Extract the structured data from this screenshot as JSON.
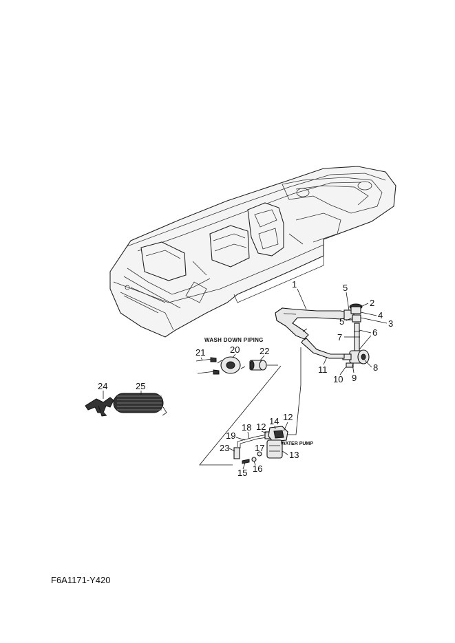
{
  "section_title": "WASH DOWN PIPING",
  "pump_label": "WATER PUMP",
  "document_code": "F6A1171-Y420",
  "callouts": {
    "c1": "1",
    "c2": "2",
    "c3": "3",
    "c4": "4",
    "c5a": "5",
    "c5b": "5",
    "c6": "6",
    "c7": "7",
    "c8": "8",
    "c9": "9",
    "c10": "10",
    "c11": "11",
    "c12a": "12",
    "c12b": "12",
    "c13": "13",
    "c14": "14",
    "c15": "15",
    "c16": "16",
    "c17": "17",
    "c18": "18",
    "c19": "19",
    "c20": "20",
    "c21": "21",
    "c22": "22",
    "c23": "23",
    "c24": "24",
    "c25": "25"
  }
}
